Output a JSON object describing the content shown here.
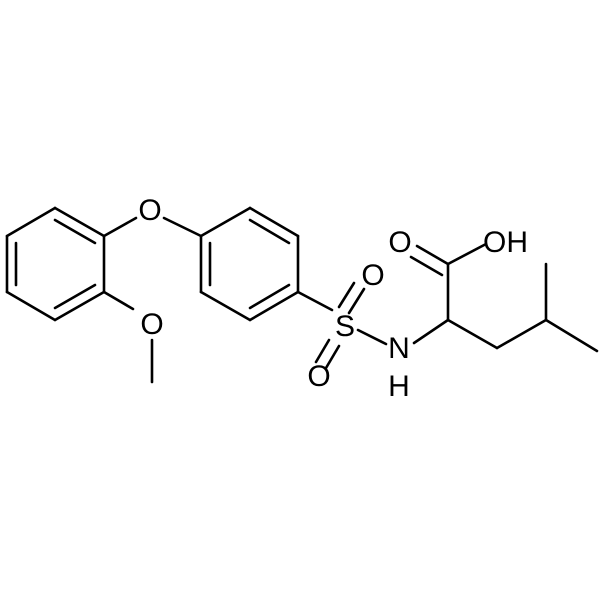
{
  "molecule": {
    "atoms": {
      "ether_oxygen": "O",
      "methoxy_oxygen": "O",
      "sulfur": "S",
      "sulfonyl_oxygen_top": "O",
      "sulfonyl_oxygen_bottom": "O",
      "amine_nitrogen": "N",
      "amine_hydrogen": "H",
      "carbonyl_oxygen": "O",
      "hydroxyl": "OH"
    }
  }
}
